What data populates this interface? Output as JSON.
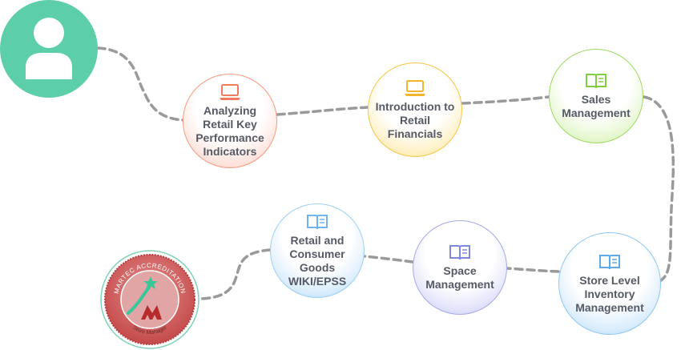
{
  "colors": {
    "avatar": "#5ccfaa",
    "connector": "#9a9a9a",
    "label_text": "#555a66",
    "badge_ring": "#c84848",
    "badge_outer": "#7fd3b3",
    "badge_star": "#39c79a"
  },
  "user": {
    "icon": "user-icon"
  },
  "courses": [
    {
      "label": "Analyzing Retail Key Performance Indicators",
      "icon": "laptop-icon",
      "color": "#f27a5e"
    },
    {
      "label": "Introduction to Retail Financials",
      "icon": "laptop-icon",
      "color": "#f3b62a"
    },
    {
      "label": "Sales Management",
      "icon": "book-icon",
      "color": "#7fcf3f"
    },
    {
      "label": "Retail and Consumer Goods WIKI/EPSS",
      "icon": "book-icon",
      "color": "#6fb4ee"
    },
    {
      "label": "Space Management",
      "icon": "book-icon",
      "color": "#7f86de"
    },
    {
      "label": "Store Level Inventory Management",
      "icon": "book-icon",
      "color": "#5ea9e8"
    }
  ],
  "badge": {
    "top_text": "MARTEC ACCREDITATION",
    "bottom_text": "Store Manager",
    "icon": "martec-logo-icon"
  }
}
